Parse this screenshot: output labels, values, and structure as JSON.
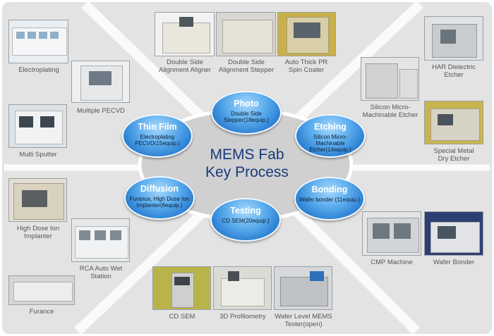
{
  "center": {
    "line1": "MEMS Fab",
    "line2": "Key Process"
  },
  "processes": {
    "photo": {
      "title": "Photo",
      "desc": "Double Side Stepper(18equip.)"
    },
    "thin_film": {
      "title": "Thin Film",
      "desc": "Electroplating PECVD(15equip.)"
    },
    "etching": {
      "title": "Etching",
      "desc": "Silicon Micro-Machinable Etcher(14equip.)"
    },
    "diffusion": {
      "title": "Diffusion",
      "desc": "Furance, High Dose Ion Implanter(8equip.)"
    },
    "bonding": {
      "title": "Bonding",
      "desc": "Wafer bonder (11equip.)"
    },
    "testing": {
      "title": "Testing",
      "desc": "CD SEM(20equip.)"
    }
  },
  "equipment": {
    "electroplating": "Electroplating",
    "multiple_pecvd": "Multiple PECVD",
    "multi_sputter": "Multi Sputter",
    "double_side_alignment_aligner": "Double Side\nAlignment Aligner",
    "double_side_alignment_stepper": "Double Side\nAlignment Stepper",
    "auto_thick_pr_spin_coater": "Auto Thick PR\nSpin Coater",
    "silicon_micro_machinable_etcher": "Silicon Micro-\nMachinable Etcher",
    "har_dielectric_etcher": "HAR Dielectric\nEtcher",
    "special_metal_dry_etcher": "Special Metal\nDry Etcher",
    "high_dose_ion_implanter": "High Dose Ion\nImplanter",
    "rca_auto_wet_station": "RCA Auto Wet\nStation",
    "furance": "Furance",
    "cd_sem": "CD SEM",
    "profilometry_3d": "3D Profilometry",
    "wafer_level_mems_tester": "Wafer Level MEMS\nTester(open)",
    "cmp_machine": "CMP Machine",
    "wafer_bonder": "Wafer Bonder"
  }
}
